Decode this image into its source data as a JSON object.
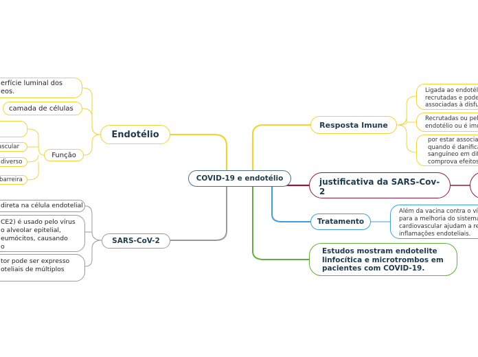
{
  "root": {
    "label": "COVID-19 e endotélio"
  },
  "left": {
    "endotelio": {
      "label": "Endotélio",
      "superficie": {
        "line1": "erfície luminal dos",
        "line2": "eos."
      },
      "camada": "camada de células",
      "funcao": {
        "label": "Função",
        "items": [
          "",
          "ascular",
          "diverso",
          "barreira"
        ]
      }
    },
    "sars": {
      "label": "SARS-CoV-2",
      "items": [
        {
          "lines": [
            "direta na célula endotelial"
          ]
        },
        {
          "lines": [
            "CE2) é usado pelo vírus",
            "o alveolar epitelial,",
            "eumócitos, causando",
            "o"
          ]
        },
        {
          "lines": [
            "tor pode ser expresso",
            "oteliais de múltiplos"
          ]
        }
      ]
    }
  },
  "right": {
    "resposta": {
      "label": "Resposta Imune",
      "items": [
        {
          "lines": [
            "Ligada ao endotélio",
            "recrutadas e podem",
            "associadas à disfun"
          ]
        },
        {
          "lines": [
            "Recrutadas ou pela",
            "endotélio ou é imun"
          ]
        },
        {
          "lines": [
            "por estar associad",
            "quando é danificad",
            "sanguíneo em difer",
            "comprova efeitos d"
          ]
        }
      ]
    },
    "justificativa": {
      "line1": "justificativa da SARS-Cov-",
      "line2": "2"
    },
    "tratamento": {
      "label": "Tratamento",
      "detail": {
        "lines": [
          "Além da vacina contra o vír",
          "para a melhoria do sistema",
          "cardiovascular ajudam a re",
          "inflamações endoteliais."
        ]
      }
    },
    "estudos": {
      "lines": [
        "Estudos mostram endotelite",
        "linfocítica e microtrombos em",
        "pacientes com COVID-19."
      ]
    }
  },
  "colors": {
    "yellow": "#f2d43a",
    "gray": "#9a9a9a",
    "blue": "#3d9fe0",
    "green": "#5fb13b",
    "maroon": "#8e1a3a",
    "text_dark": "#1f3a4d"
  }
}
